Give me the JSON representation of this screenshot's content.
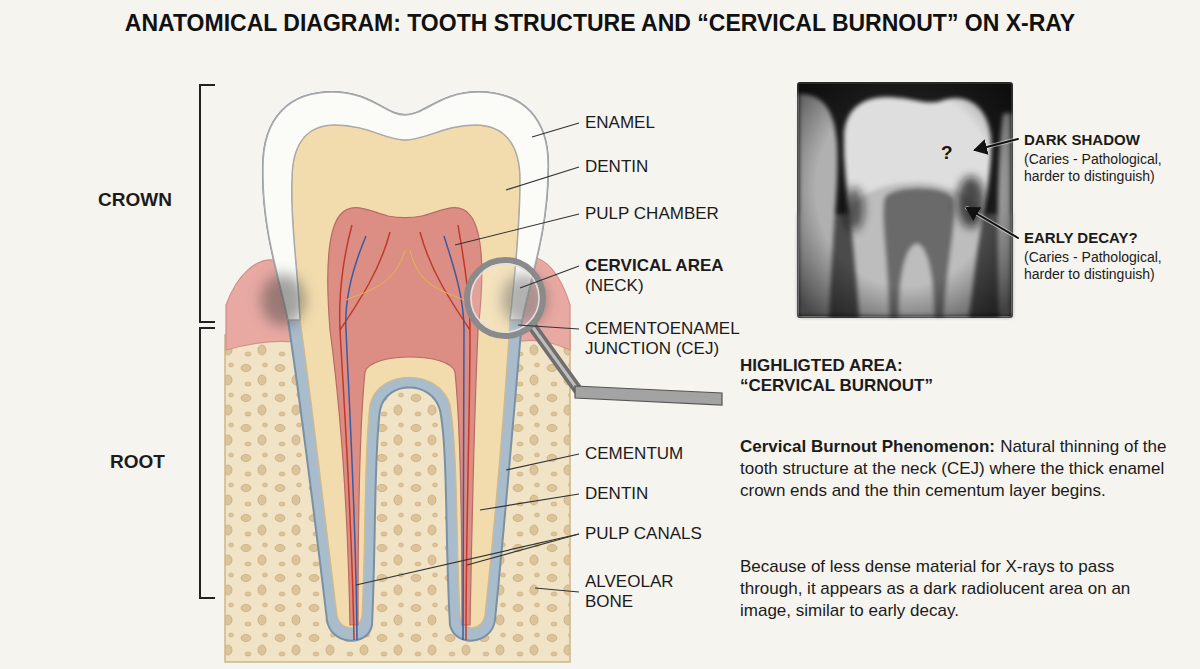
{
  "diagram": {
    "title": "ANATOMICAL DIAGRAM: TOOTH STRUCTURE AND “CERVICAL BURNOUT” ON X-RAY",
    "nodes": [
      {
        "text": [
          "?"
        ]
      }
    ],
    "labels": [
      "CROWN",
      "ROOT",
      "ENAMEL",
      "DENTIN",
      "PULP CHAMBER",
      "CERVICAL AREA",
      "(NECK)",
      "CEMENTOENAMEL JUNCTION (CEJ)",
      "CEMENTUM",
      "DENTIN",
      "PULP CANALS",
      "ALVEOLAR BONE",
      "HIGHLIGTED AREA: “CERVICAL BURNOUT”",
      "Cervical Burnout Phenomenon:",
      "Natural thinning of the tooth structure at the neck (CEJ) where the thick enamel crown ends and the thin cementum layer begins.",
      "Because of less dense material for X-rays to pass through, it appears as a dark radiolucent area on an image, similar to early decay.",
      "DARK SHADOW",
      "(Caries - Pathological, harder to distinguish)",
      "EARLY DECAY?",
      "(Caries - Pathological, harder to distinguish)"
    ]
  }
}
